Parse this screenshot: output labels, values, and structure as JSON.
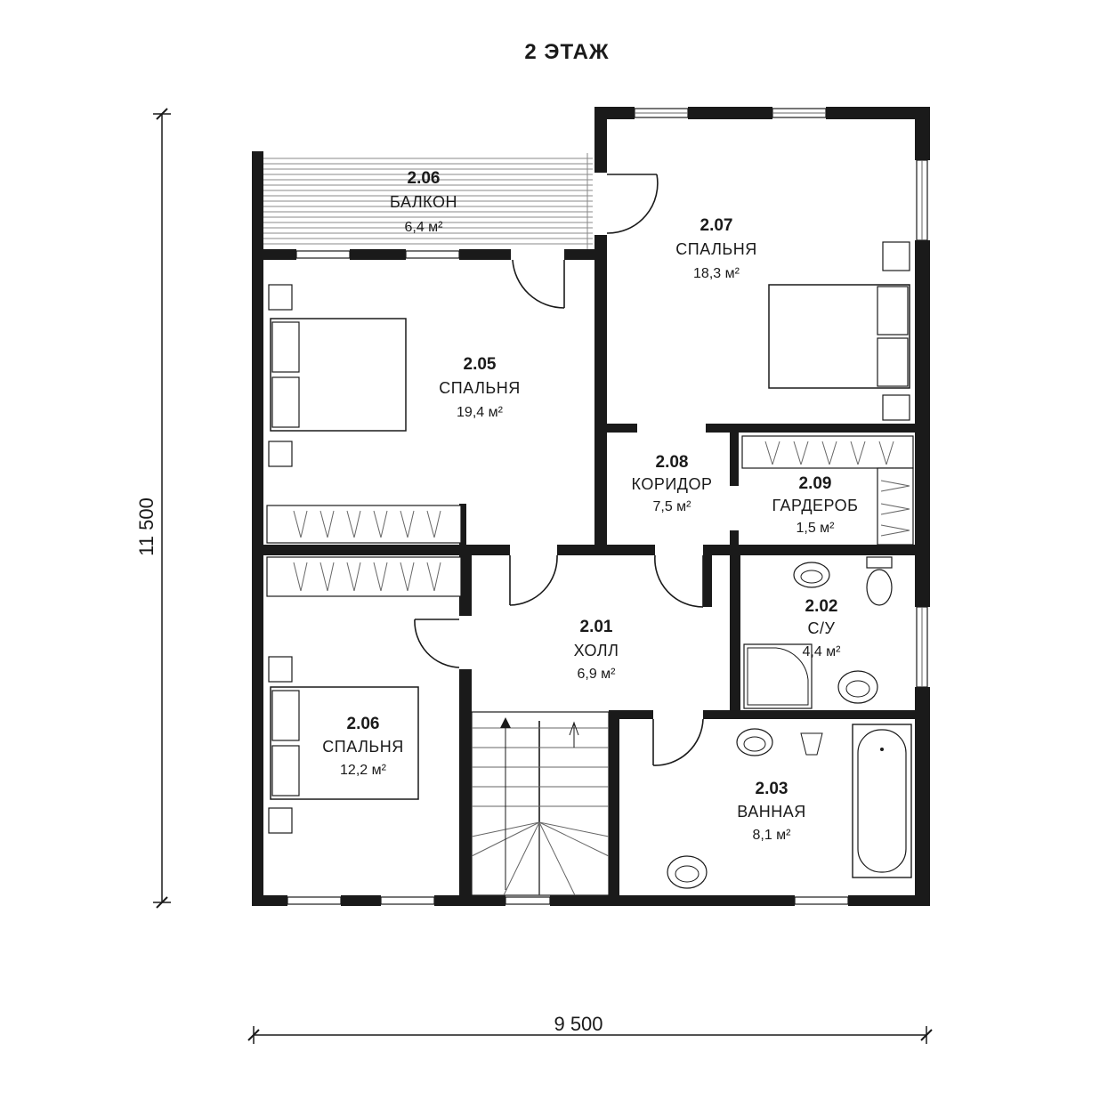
{
  "title": "2 ЭТАЖ",
  "dimensions": {
    "width": "9 500",
    "height": "11 500"
  },
  "rooms": [
    {
      "id": "balcony",
      "number": "2.06",
      "name": "БАЛКОН",
      "area": "6,4 м²"
    },
    {
      "id": "bedroom-207",
      "number": "2.07",
      "name": "СПАЛЬНЯ",
      "area": "18,3 м²"
    },
    {
      "id": "bedroom-205",
      "number": "2.05",
      "name": "СПАЛЬНЯ",
      "area": "19,4 м²"
    },
    {
      "id": "corridor",
      "number": "2.08",
      "name": "КОРИДОР",
      "area": "7,5 м²"
    },
    {
      "id": "wardrobe",
      "number": "2.09",
      "name": "ГАРДЕРОБ",
      "area": "1,5 м²"
    },
    {
      "id": "hall",
      "number": "2.01",
      "name": "ХОЛЛ",
      "area": "6,9 м²"
    },
    {
      "id": "wc",
      "number": "2.02",
      "name": "С/У",
      "area": "4,4 м²"
    },
    {
      "id": "bedroom-206",
      "number": "2.06",
      "name": "СПАЛЬНЯ",
      "area": "12,2 м²"
    },
    {
      "id": "bathroom",
      "number": "2.03",
      "name": "ВАННАЯ",
      "area": "8,1 м²"
    }
  ]
}
